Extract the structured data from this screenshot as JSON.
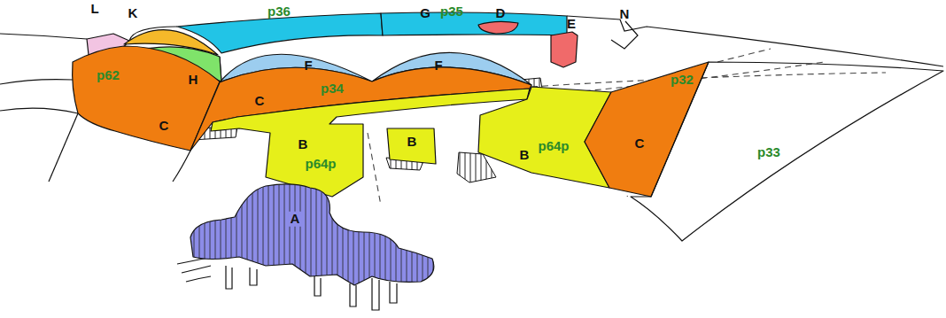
{
  "diagram": {
    "nodes": [
      {
        "text": [
          "L"
        ]
      },
      {
        "text": [
          "K"
        ]
      },
      {
        "text": [
          "p36"
        ]
      },
      {
        "text": [
          "p35"
        ]
      },
      {
        "text": [
          "D"
        ],
        "in": 3
      },
      {
        "text": [
          "E"
        ]
      },
      {
        "text": [
          "H"
        ]
      },
      {
        "text": [
          "F"
        ]
      },
      {
        "text": [
          "F"
        ]
      },
      {
        "text": [
          "p62",
          "C"
        ]
      },
      {
        "text": [
          "p34",
          "C"
        ]
      },
      {
        "text": [
          "B",
          "p64p"
        ]
      },
      {
        "text": [
          "B"
        ]
      },
      {
        "text": [
          "B",
          "p64p"
        ]
      },
      {
        "text": [
          "C"
        ]
      },
      {
        "text": [
          "p33"
        ]
      },
      {
        "text": [
          "A"
        ]
      }
    ],
    "labels": [
      "G",
      "N",
      "p32"
    ]
  }
}
